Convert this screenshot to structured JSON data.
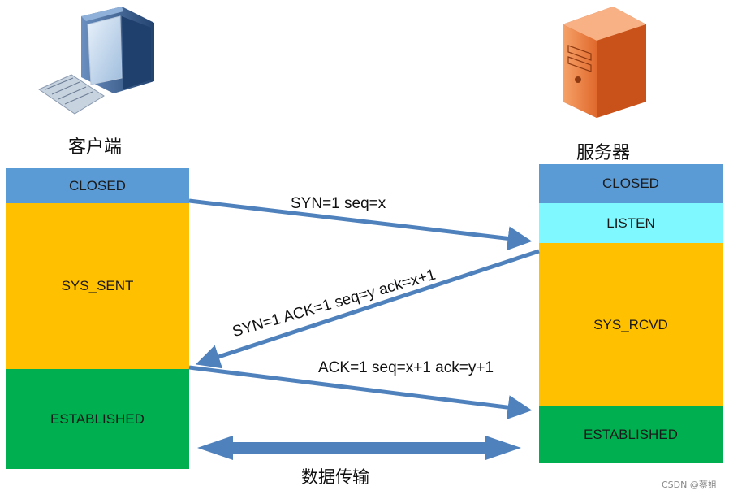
{
  "client": {
    "title": "客户端",
    "states": [
      "CLOSED",
      "SYS_SENT",
      "ESTABLISHED"
    ]
  },
  "server": {
    "title": "服务器",
    "states": [
      "CLOSED",
      "LISTEN",
      "SYS_RCVD",
      "ESTABLISHED"
    ]
  },
  "messages": {
    "syn": "SYN=1 seq=x",
    "synack": "SYN=1 ACK=1 seq=y ack=x+1",
    "ack": "ACK=1 seq=x+1 ack=y+1"
  },
  "transfer_label": "数据传输",
  "watermark": "CSDN @蔡姐",
  "colors": {
    "closed": "#5b9bd5",
    "listen": "#7ff9ff",
    "waiting": "#ffc000",
    "established": "#00b050",
    "arrow": "#4f81bd"
  },
  "icons": {
    "client": "desktop-computer-icon",
    "server": "server-tower-icon"
  }
}
